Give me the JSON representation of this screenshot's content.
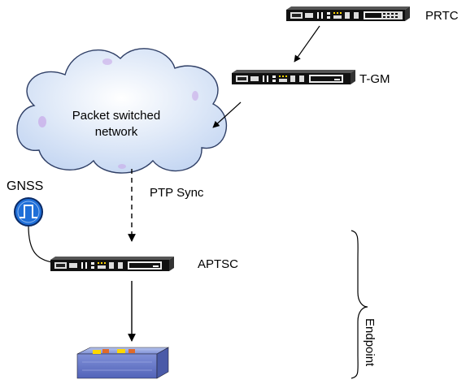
{
  "nodes": {
    "prtc": {
      "label": "PRTC"
    },
    "tgm": {
      "label": "T-GM"
    },
    "aptsc": {
      "label": "APTSC"
    },
    "gnss": {
      "label": "GNSS",
      "icon": "pulse-wave-icon"
    },
    "endpoint_device": {
      "icon": "switch-device-icon"
    }
  },
  "network": {
    "line1": "Packet switched",
    "line2": "network"
  },
  "links": {
    "ptp_sync": "PTP Sync"
  },
  "bracket": {
    "label": "Endpoint"
  },
  "colors": {
    "cloud_fill": "#d5e4f7",
    "cloud_stroke": "#3a4a6a",
    "gnss_fill": "#1f6fd8",
    "device_body": "#111111",
    "switch_top": "#7e8fd6",
    "switch_front": "#6d7ed0"
  }
}
